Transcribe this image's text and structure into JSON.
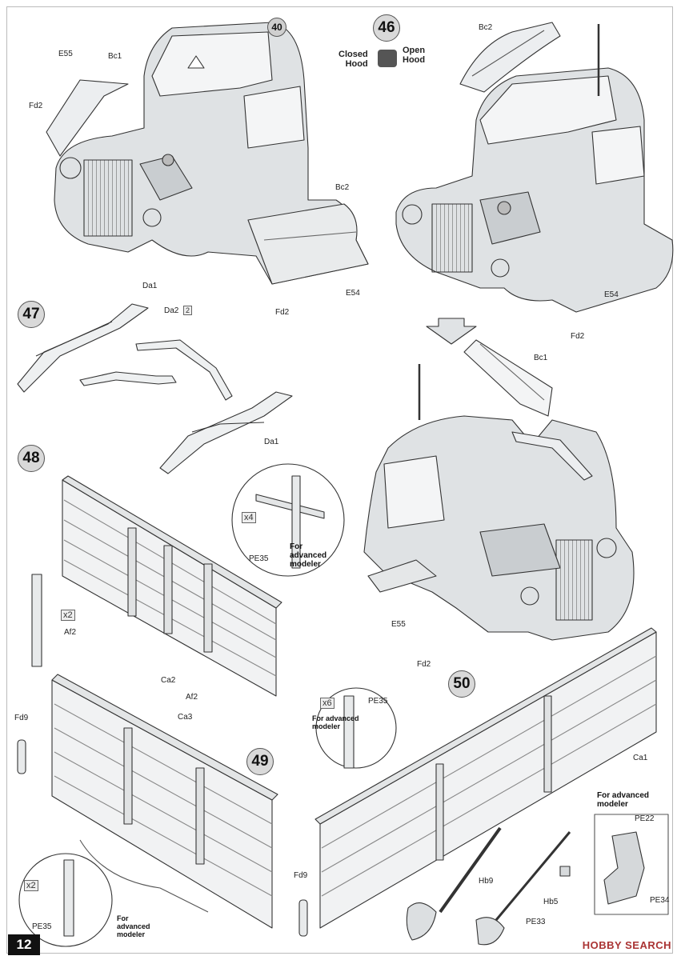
{
  "page_number": "12",
  "steps": {
    "s40": "40",
    "s46": "46",
    "s47": "47",
    "s48": "48",
    "s49": "49",
    "s50": "50"
  },
  "hood": {
    "closed": "Closed\nHood",
    "open": "Open\nHood"
  },
  "labels": {
    "e55_a": "E55",
    "bc1_a": "Bc1",
    "fd2_a": "Fd2",
    "bc2_a": "Bc2",
    "fd2_b": "Fd2",
    "e54_a": "E54",
    "bc2_b": "Bc2",
    "e54_b": "E54",
    "fd2_c": "Fd2",
    "da1_a": "Da1",
    "da2": "Da2",
    "da2_mult": "2",
    "da1_b": "Da1",
    "bc1_b": "Bc1",
    "e55_b": "E55",
    "fd2_d": "Fd2",
    "af2_a": "Af2",
    "af2_mult": "x2",
    "ca2": "Ca2",
    "af2_b": "Af2",
    "pe35_a": "PE35",
    "x4": "x4",
    "ca3": "Ca3",
    "fd9_a": "Fd9",
    "fd9_b": "Fd9",
    "pe35_b": "PE35",
    "x2": "x2",
    "x6": "x6",
    "pe35_c": "PE35",
    "ca1": "Ca1",
    "hb9": "Hb9",
    "hb5": "Hb5",
    "pe33": "PE33",
    "pe22": "PE22",
    "pe34": "PE34"
  },
  "notes": {
    "advanced_a": "For\nadvanced\nmodeler",
    "advanced_b": "For\nadvanced\nmodeler",
    "advanced_c": "For advanced\nmodeler",
    "advanced_d": "For advanced\nmodeler"
  },
  "watermark": "HOBBY SEARCH"
}
